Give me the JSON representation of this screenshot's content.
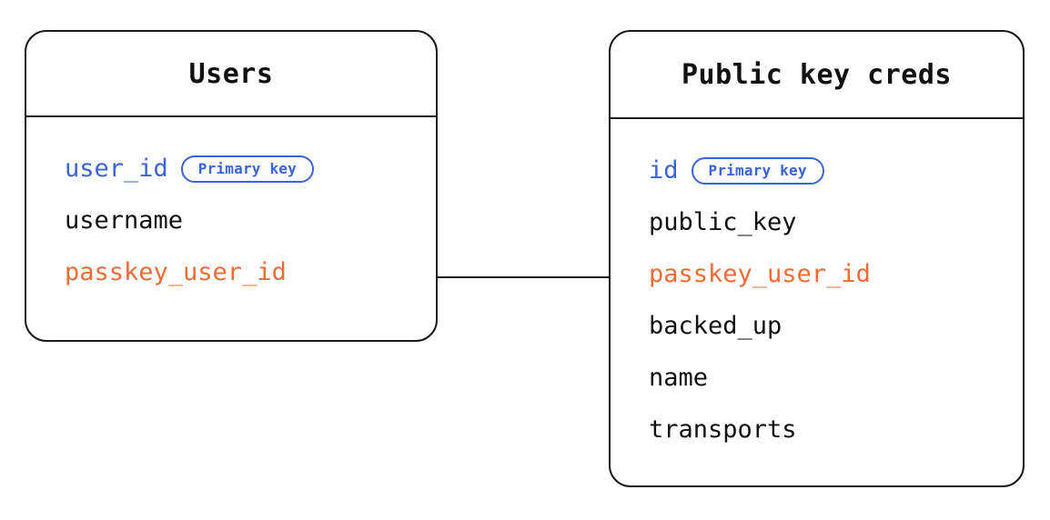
{
  "diagram": {
    "type": "entity-relationship-diagram",
    "background_color": "#ffffff",
    "colors": {
      "border": "#1a1a1a",
      "text": "#111111",
      "primary_key": "#3B64D4",
      "foreign_key": "#EE6C35",
      "badge_border": "#3B64D4"
    },
    "entities": [
      {
        "id": "users",
        "title": "Users",
        "fields": [
          {
            "name": "user_id",
            "role": "key",
            "badge": "Primary key"
          },
          {
            "name": "username",
            "role": "plain",
            "badge": null
          },
          {
            "name": "passkey_user_id",
            "role": "fk",
            "badge": null
          }
        ]
      },
      {
        "id": "public_key_creds",
        "title": "Public key creds",
        "fields": [
          {
            "name": "id",
            "role": "key",
            "badge": "Primary key"
          },
          {
            "name": "public_key",
            "role": "plain",
            "badge": null
          },
          {
            "name": "passkey_user_id",
            "role": "fk",
            "badge": null
          },
          {
            "name": "backed_up",
            "role": "plain",
            "badge": null
          },
          {
            "name": "name",
            "role": "plain",
            "badge": null
          },
          {
            "name": "transports",
            "role": "plain",
            "badge": null
          }
        ]
      }
    ],
    "relationships": [
      {
        "id": "users-to-public-key-creds",
        "from": "users.passkey_user_id",
        "to": "public_key_creds.passkey_user_id",
        "style": "solid-line"
      }
    ]
  }
}
